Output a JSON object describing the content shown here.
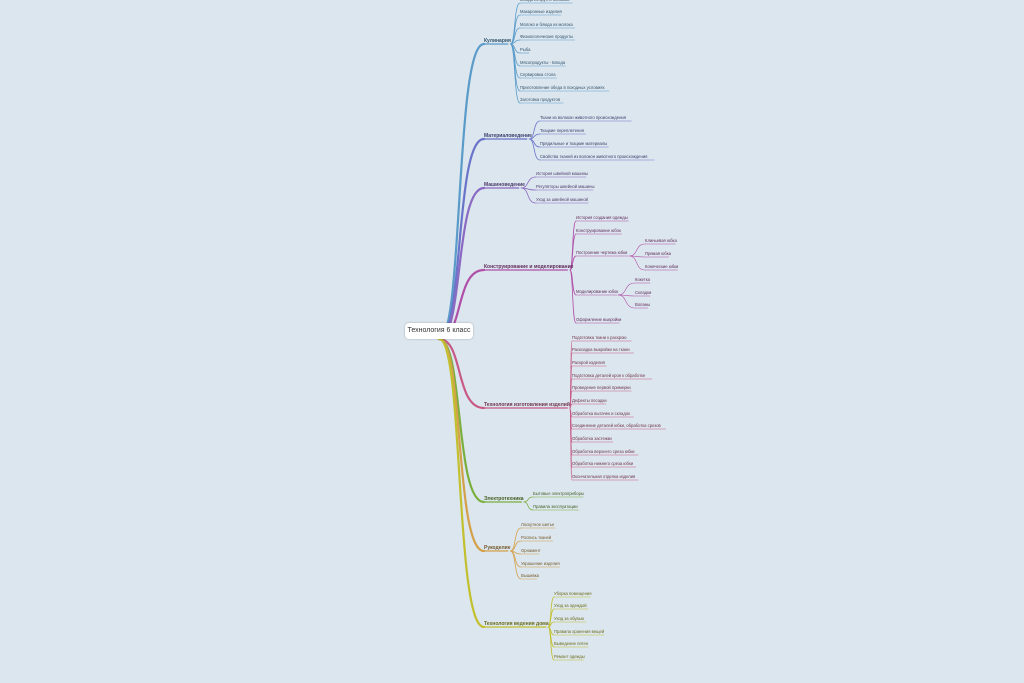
{
  "root": "Технология 6 класс",
  "branches": [
    {
      "label": "Кулинария",
      "color": "#5a9bc9",
      "children": [
        "Блюда из круп и бобовых",
        "Макаронные изделия",
        "Молоко и блюда из молока",
        "Физиологические продукты",
        "Рыба",
        "Мясопродукты - Блюда",
        "Сервировка стола",
        "Приготовление обеда в походных условиях",
        "Заготовка продуктов"
      ]
    },
    {
      "label": "Материаловедение",
      "color": "#6a74c8",
      "children": [
        "Ткани из волокон животного происхождения",
        "Ткацкие переплетения",
        "Прядильные и ткацкие материалы",
        "Свойства тканей из волокон животного происхождения"
      ]
    },
    {
      "label": "Машиноведение",
      "color": "#8a6ac2",
      "children": [
        "История швейной машины",
        "Регуляторы швейной машины",
        "Уход за швейной машиной"
      ]
    },
    {
      "label": "Конструирование и моделирование",
      "color": "#b04fa8",
      "children": [
        "История создания одежды",
        "Конструирование юбок",
        {
          "label": "Построение чертежа юбки",
          "children": [
            "Клиньевая юбка",
            "Прямая юбка",
            "Конические юбки"
          ]
        },
        {
          "label": "Моделирование юбок",
          "children": [
            "Кокетка",
            "Складки",
            "Воланы"
          ]
        },
        "Оформление выкройки"
      ]
    },
    {
      "label": "Технология изготовления изделий",
      "color": "#c85a86",
      "children": [
        "Подготовка ткани к раскрою",
        "Раскладка выкройки на ткани",
        "Раскрой изделия",
        "Подготовка деталей кроя к обработке",
        "Проведение первой примерки",
        "Дефекты посадки",
        "Обработка вытачек и складок",
        "Соединение деталей юбки, обработка срезов",
        "Обработка застежки",
        "Обработка верхнего среза юбки",
        "Обработка нижнего среза юбки",
        "Окончательная отделка изделия"
      ]
    },
    {
      "label": "Электротехника",
      "color": "#7aaf3e",
      "children": [
        "Бытовые электроприборы",
        "Правила эксплуатации"
      ]
    },
    {
      "label": "Рукоделие",
      "color": "#d4a04a",
      "children": [
        "Лоскутное шитье",
        "Роспись тканей",
        "Орнамент",
        "Украшение изделия",
        "Вышивка"
      ]
    },
    {
      "label": "Технология ведения дома",
      "color": "#c2c02e",
      "children": [
        "Уборка помещения",
        "Уход за одеждой",
        "Уход за обувью",
        "Правила хранения вещей",
        "Выведение пятен",
        "Ремонт одежды"
      ]
    }
  ]
}
